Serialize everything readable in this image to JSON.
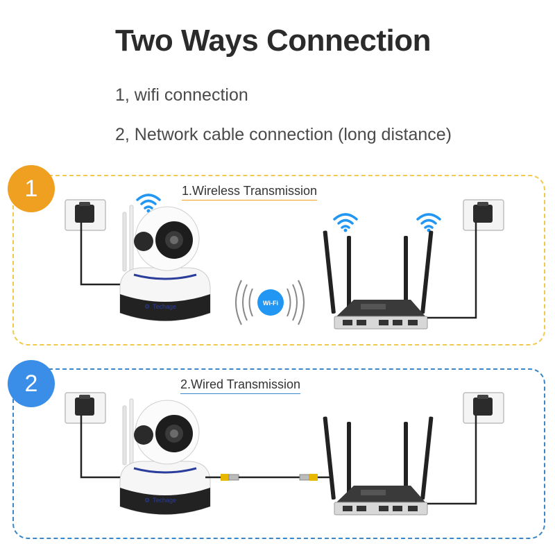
{
  "header": {
    "title": "Two Ways Connection",
    "line1": "1, wifi connection",
    "line2": "2, Network cable connection (long distance)"
  },
  "panel1": {
    "badge": "1",
    "title": "1.Wireless Transmission"
  },
  "panel2": {
    "badge": "2",
    "title": "2.Wired Transmission"
  },
  "camera": {
    "brand": "Techage"
  },
  "wifi_bubble": {
    "label": "Wi-Fi"
  },
  "colors": {
    "panel1_border": "#f2c94c",
    "panel2_border": "#3a86c8",
    "badge1": "#f0a020",
    "badge2": "#3a8ee8",
    "wifi_icon": "#2196f3"
  }
}
